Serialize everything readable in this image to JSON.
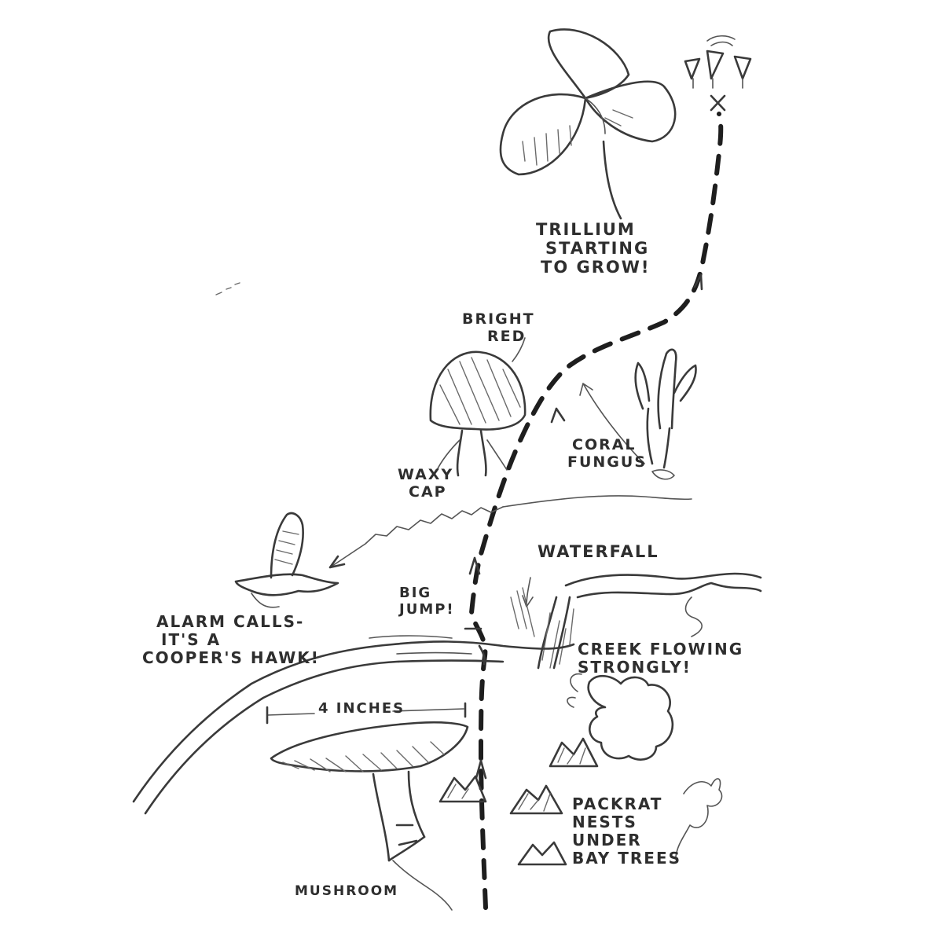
{
  "colors": {
    "pencil": "#3a3a3a",
    "trail": "#1e1e1e",
    "paper": "#ffffff"
  },
  "icons": [
    "trillium-icon",
    "trees-icon",
    "trail-end-x-icon",
    "bright-red-mushroom-icon",
    "coral-fungus-icon",
    "hawk-icon",
    "waterfall-icon",
    "creek-icon",
    "large-mushroom-icon",
    "bay-tree-icon",
    "packrat-nest-icon",
    "path-arrow-icon"
  ],
  "labels": {
    "trillium": [
      "TRILLIUM",
      "STARTING",
      "TO GROW!"
    ],
    "bright_red": [
      "BRIGHT",
      "RED"
    ],
    "waxy_cap": [
      "WAXY",
      "CAP"
    ],
    "coral_fungus": [
      "CORAL",
      "FUNGUS"
    ],
    "waterfall": "WATERFALL",
    "big_jump": [
      "BIG",
      "JUMP!"
    ],
    "alarm_calls": [
      "ALARM CALLS-",
      "IT'S A",
      "COOPER'S HAWK!"
    ],
    "creek": [
      "CREEK FLOWING",
      "STRONGLY!"
    ],
    "four_inches": "4 INCHES",
    "packrat": [
      "PACKRAT",
      "NESTS",
      "UNDER",
      "BAY TREES"
    ],
    "mushroom": "MUSHROOM"
  }
}
